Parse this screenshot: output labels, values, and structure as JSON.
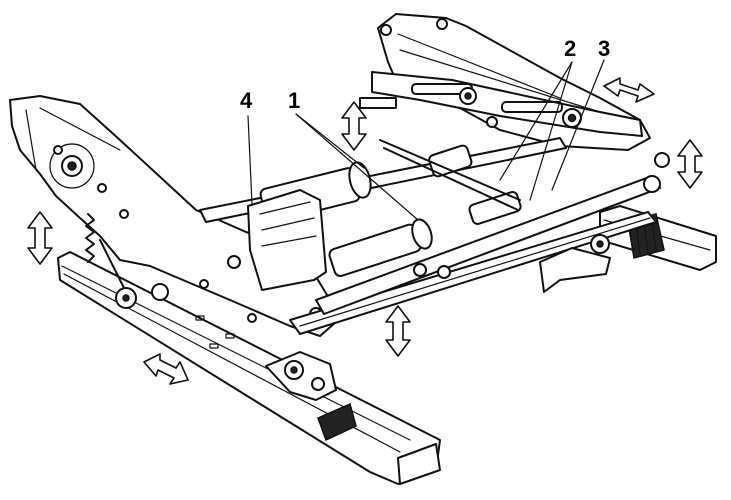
{
  "figure": {
    "callouts": [
      {
        "id": "1",
        "label": "1"
      },
      {
        "id": "2",
        "label": "2"
      },
      {
        "id": "3",
        "label": "3"
      },
      {
        "id": "4",
        "label": "4"
      }
    ],
    "adjustment_arrows": [
      {
        "id": "left-vertical",
        "direction": "up-down"
      },
      {
        "id": "center-vertical",
        "direction": "up-down"
      },
      {
        "id": "bottom-vertical",
        "direction": "up-down"
      },
      {
        "id": "right-vertical",
        "direction": "up-down"
      },
      {
        "id": "fore-aft",
        "direction": "left-right"
      },
      {
        "id": "top-right",
        "direction": "left-right"
      }
    ],
    "colors": {
      "ink": "#111111",
      "paper": "#ffffff"
    }
  }
}
